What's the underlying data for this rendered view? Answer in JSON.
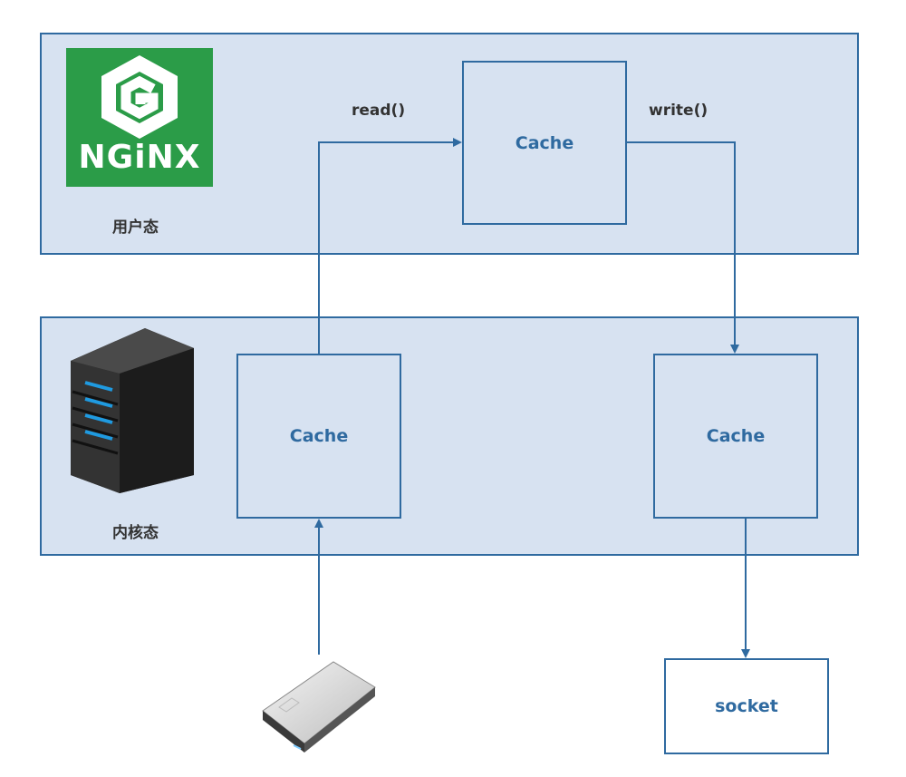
{
  "layers": {
    "user_space_label": "用户态",
    "kernel_space_label": "内核态"
  },
  "boxes": {
    "user_cache": "Cache",
    "kernel_cache_left": "Cache",
    "kernel_cache_right": "Cache",
    "socket": "socket"
  },
  "edges": {
    "read_label": "read()",
    "write_label": "write()"
  },
  "logo": {
    "text": "NGiNX"
  },
  "colors": {
    "layer_fill": "#d7e2f1",
    "border": "#2f6aa0",
    "nginx_green": "#2b9c48"
  }
}
